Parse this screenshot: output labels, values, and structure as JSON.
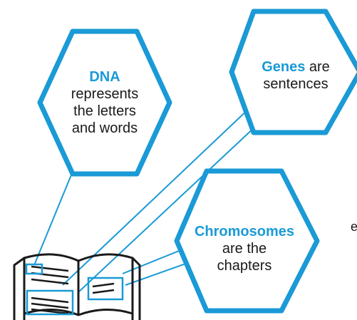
{
  "colors": {
    "accent": "#1a9ad6",
    "ink": "#1a1a1a",
    "background": "#ffffff"
  },
  "hexagons": {
    "dna": {
      "keyword": "DNA",
      "text_lines": [
        "represents",
        "the letters",
        "and words"
      ]
    },
    "genes": {
      "keyword": "Genes",
      "text_after": " are",
      "text_lines": [
        "sentences"
      ]
    },
    "chromosomes": {
      "keyword": "Chromosomes",
      "text_lines": [
        "are the",
        "chapters"
      ]
    }
  },
  "fragment_text": "e",
  "icons": {
    "book": "open-book-icon"
  }
}
